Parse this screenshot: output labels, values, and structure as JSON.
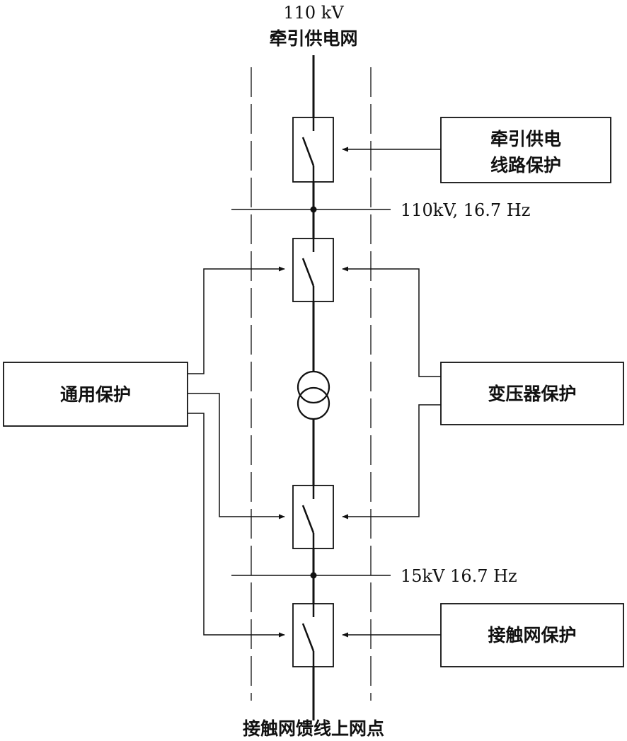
{
  "top": {
    "voltage": "110 kV",
    "name": "牵引供电网"
  },
  "bottom": {
    "name": "接触网馈线上网点"
  },
  "buses": {
    "upper": "110kV, 16.7 Hz",
    "lower": "15kV 16.7 Hz"
  },
  "protections": {
    "line_line1": "牵引供电",
    "line_line2": "线路保护",
    "general": "通用保护",
    "transformer": "变压器保护",
    "catenary": "接触网保护"
  }
}
